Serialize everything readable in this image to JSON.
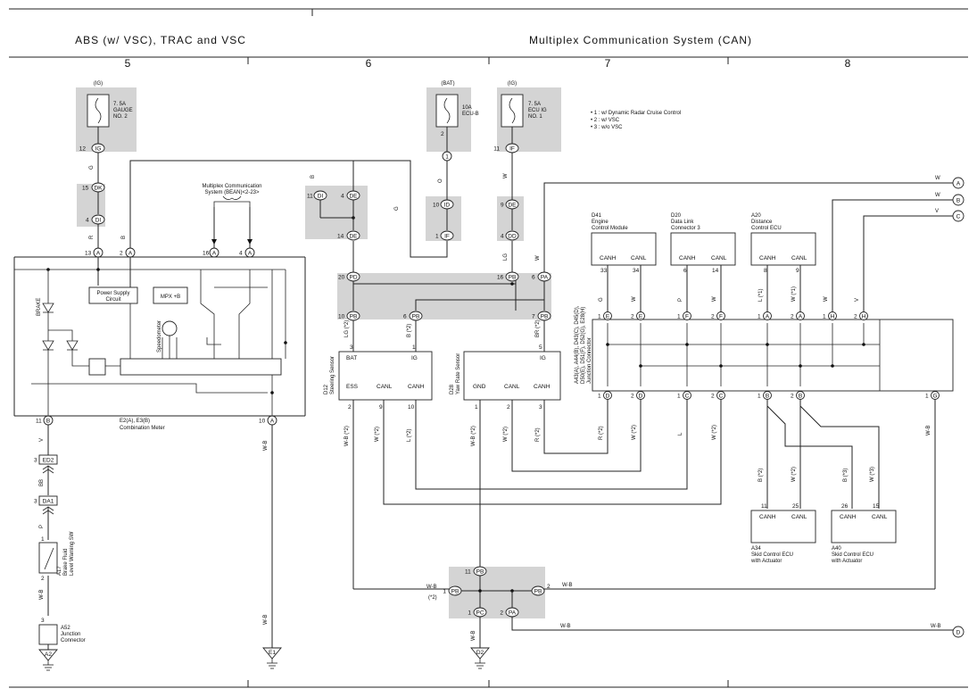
{
  "headers": {
    "left_title": "ABS (w/ VSC), TRAC and VSC",
    "right_title": "Multiplex Communication System (CAN)",
    "columns": [
      "5",
      "6",
      "7",
      "8"
    ]
  },
  "legend": [
    "• 1 : w/ Dynamic Radar Cruise Control",
    "• 2 : w/ VSC",
    "• 3 : w/o VSC"
  ],
  "fuses": {
    "gauge": {
      "source": "(IG)",
      "label1": "7. 5A",
      "label2": "GAUGE",
      "label3": "NO. 2",
      "pin": "12",
      "conn": "IG"
    },
    "ecub": {
      "source": "(BAT)",
      "label1": "10A",
      "label2": "ECU-B",
      "pin": "2",
      "junction": "1"
    },
    "ecuig": {
      "source": "(IG)",
      "label1": "7. 5A",
      "label2": "ECU IG",
      "label3": "NO. 1",
      "pin": "11",
      "conn": "IF"
    }
  },
  "combination_meter": {
    "name": "E2(A), E3(B)",
    "label": "Combination Meter",
    "power_supply": [
      "Power Supply",
      "Circuit"
    ],
    "mpx": "MPX +B",
    "speedometer": "Speedometer",
    "brake": "BRAKE",
    "beam_label": [
      "Multiplex Communication",
      "System (BEAN)<2-23>"
    ]
  },
  "steering_sensor": {
    "code": "D12",
    "name": "Steering Sensor",
    "pins_top": [
      "BAT",
      "IG"
    ],
    "pins_bottom": [
      "ESS",
      "CANL",
      "CANH"
    ]
  },
  "yaw_sensor": {
    "code": "D28",
    "name": "Yaw Rate Sensor",
    "pins_top": [
      "IG"
    ],
    "pins_bottom": [
      "GND",
      "CANL",
      "CANH"
    ]
  },
  "junction_connector": {
    "codes": [
      "A43(A), A44(B), D43(C), D45(D),",
      "D50(E), D51(F), D52(G), E28(H)"
    ],
    "name": "Junction Connector"
  },
  "ecus": [
    {
      "code": "D41",
      "name1": "Engine",
      "name2": "Control Module",
      "pins": [
        "CANH",
        "CANL"
      ],
      "nums": [
        "33",
        "34"
      ]
    },
    {
      "code": "D20",
      "name1": "Data Link",
      "name2": "Connector 3",
      "pins": [
        "CANH",
        "CANL"
      ],
      "nums": [
        "6",
        "14"
      ]
    },
    {
      "code": "A20",
      "name1": "Distance",
      "name2": "Control ECU",
      "pins": [
        "CANH",
        "CANL"
      ],
      "nums": [
        "8",
        "9"
      ]
    }
  ],
  "skid_ecus": [
    {
      "code": "A34",
      "name1": "Skid Control ECU",
      "name2": "with Actuator",
      "pins": [
        "CANH",
        "CANL"
      ],
      "nums": [
        "11",
        "25"
      ]
    },
    {
      "code": "A40",
      "name1": "Skid Control ECU",
      "name2": "with Actuator",
      "pins": [
        "CANH",
        "CANL"
      ],
      "nums": [
        "26",
        "15"
      ]
    }
  ],
  "brake_switch": {
    "code": "A17",
    "name1": "Brake Fluid",
    "name2": "Level Warning SW"
  },
  "junction_a52": {
    "code": "A52",
    "name1": "Junction",
    "name2": "Connector"
  },
  "grounds": [
    "A2",
    "E1",
    "D2"
  ],
  "offpage": [
    "A",
    "B",
    "C",
    "D"
  ],
  "wire_colors": [
    "W",
    "W",
    "V",
    "W-B",
    "W-B"
  ],
  "connectors": {
    "dk": "DK",
    "di": "DI",
    "de": "DE",
    "id": "ID",
    "if": "IF",
    "dd": "DD",
    "pd": "PD",
    "pb": "PB",
    "pa": "PA",
    "pc": "PC",
    "ed2": "ED2",
    "da1": "DA1"
  }
}
